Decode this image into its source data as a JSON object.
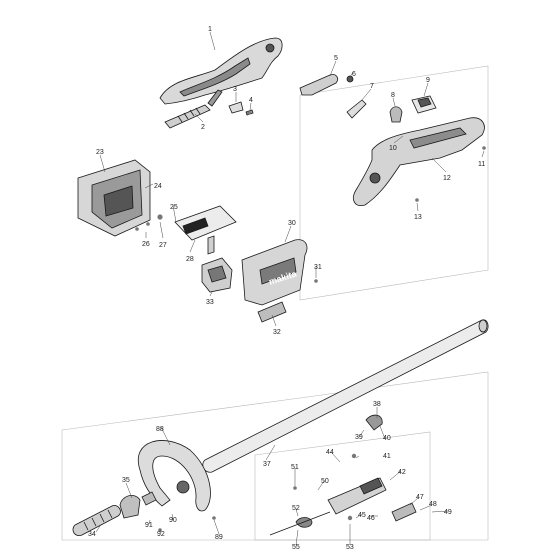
{
  "diagram": {
    "type": "exploded-parts-view",
    "colors": {
      "line": "#1a1a1a",
      "fill_light": "#e6e6e6",
      "fill_mid": "#bdbdbd",
      "fill_dark": "#555555",
      "background": "#ffffff"
    },
    "callouts": [
      "1",
      "2",
      "3",
      "4",
      "5",
      "6",
      "7",
      "8",
      "9",
      "10",
      "11",
      "12",
      "13",
      "23",
      "24",
      "25",
      "26",
      "27",
      "28",
      "30",
      "31",
      "32",
      "33",
      "34",
      "35",
      "37",
      "38",
      "39",
      "40",
      "41",
      "42",
      "44",
      "45",
      "46",
      "47",
      "48",
      "49",
      "50",
      "51",
      "52",
      "53",
      "55",
      "88",
      "89",
      "90",
      "91",
      "92"
    ],
    "logo_text": "makita"
  }
}
